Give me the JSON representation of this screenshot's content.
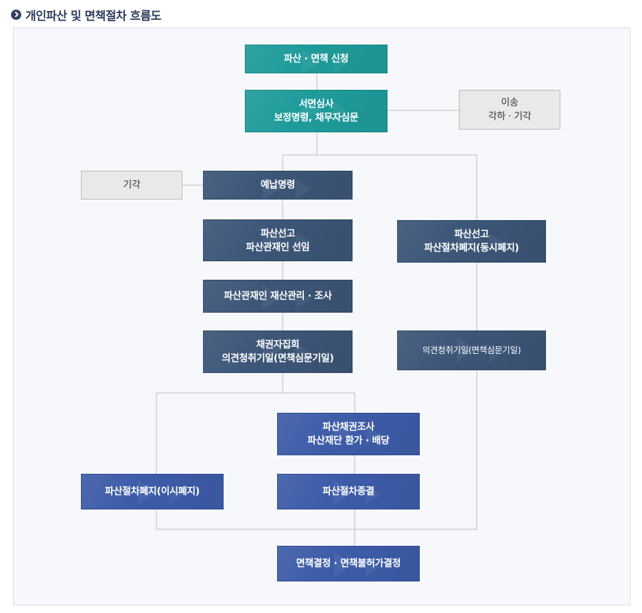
{
  "header": {
    "title": "개인파산 및 면책절차 흐름도"
  },
  "flow": {
    "apply": [
      "파산 · 면책 신청"
    ],
    "review": [
      "서면심사",
      "보정명령, 채무자심문"
    ],
    "transfer": [
      "이송",
      "각하 · 기각"
    ],
    "dismiss": [
      "기각"
    ],
    "prepay": [
      "예납명령"
    ],
    "declare": [
      "파산선고",
      "파산관재인 선임"
    ],
    "declare_simul": [
      "파산선고",
      "파산절차폐지(동시폐지)"
    ],
    "trustee": [
      "파산관재인 재산관리 · 조사"
    ],
    "creditors": [
      "채권자집회",
      "의견청취기일(면책심문기일)"
    ],
    "hearing": [
      "의견청취기일(면책심문기일)"
    ],
    "claims": [
      "파산채권조사",
      "파산재단 환가 · 배당"
    ],
    "abolish": [
      "파산절차폐지(이시폐지)"
    ],
    "close": [
      "파산절차종결"
    ],
    "decision": [
      "면책결정 · 면책불허가결정"
    ]
  }
}
